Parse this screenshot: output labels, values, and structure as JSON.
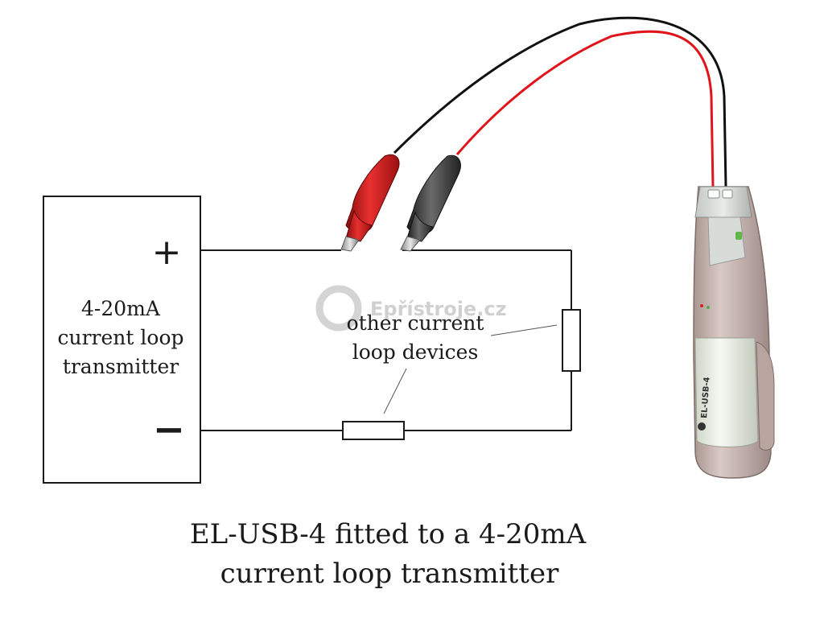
{
  "transmitter": {
    "plus_sign": "+",
    "minus_sign": "−",
    "label_lines": [
      "4-20mA",
      "current loop",
      "transmitter"
    ]
  },
  "annotation": {
    "lines": [
      "other current",
      "loop devices"
    ]
  },
  "caption": {
    "lines": [
      "EL-USB-4 fitted to a 4-20mA",
      "current loop transmitter"
    ]
  },
  "watermark": {
    "text": "Epřístroje.cz"
  },
  "logger": {
    "label": "EL-USB-4"
  },
  "colors": {
    "line": "#1a1a1a",
    "red_clip": "#d41a1a",
    "black_clip": "#3a3a3a",
    "red_wire": "#e0141b",
    "black_wire": "#111111",
    "logger_body": "#c9b9b6",
    "logger_window": "#eef3ea"
  }
}
